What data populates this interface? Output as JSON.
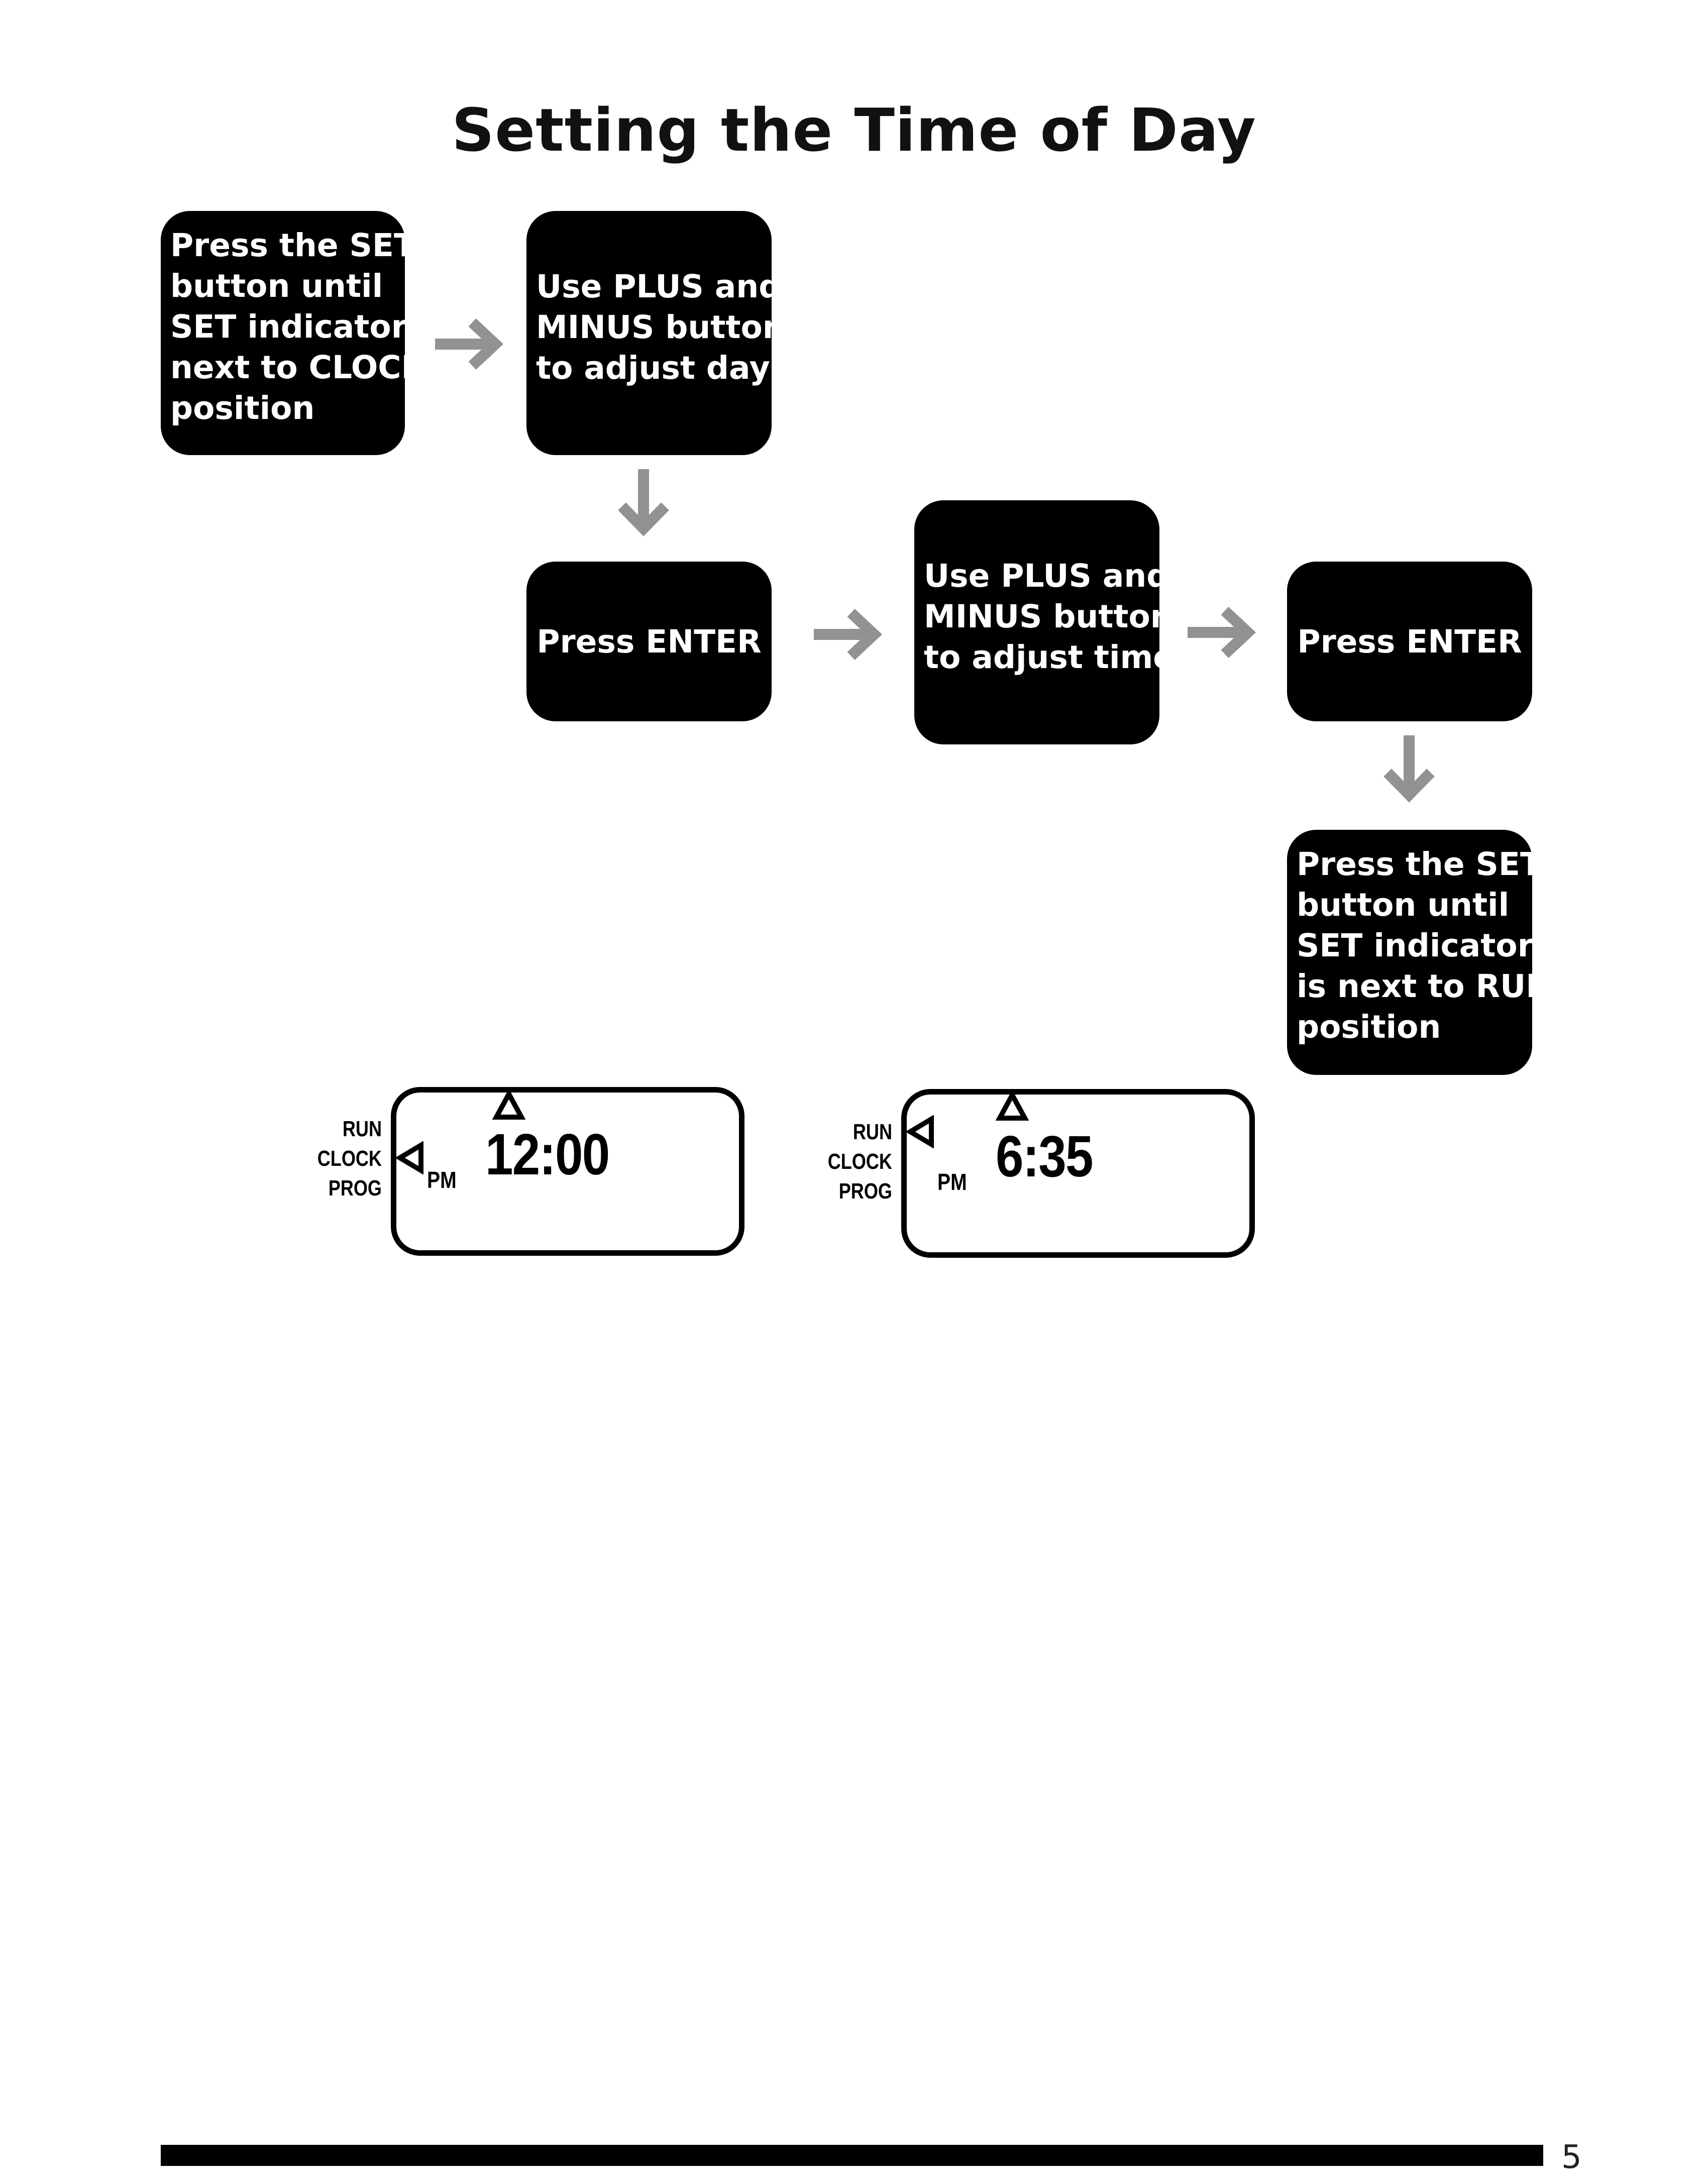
{
  "title": "Setting the Time of Day",
  "steps": {
    "step1": [
      "Press the SET",
      "button until",
      "SET indicator is",
      "next to CLOCK",
      "position"
    ],
    "step2": [
      "Use PLUS and",
      "MINUS buttons",
      "to adjust day"
    ],
    "step3": "Press ENTER",
    "step4": [
      "Use PLUS and",
      "MINUS buttons",
      "to adjust time"
    ],
    "step5": "Press ENTER",
    "step6": [
      "Press the SET",
      "button until",
      "SET indicator",
      "is next to RUN",
      "position"
    ]
  },
  "displays": [
    {
      "labels": [
        "RUN",
        "CLOCK",
        "PROG"
      ],
      "pm": "PM",
      "time": "12:00",
      "indicator": "CLOCK"
    },
    {
      "labels": [
        "RUN",
        "CLOCK",
        "PROG"
      ],
      "pm": "PM",
      "time": "6:35",
      "indicator": "RUN"
    }
  ],
  "colors": {
    "box": "#000000",
    "arrow": "#929292",
    "text_on_box": "#ffffff"
  },
  "page_number": "5"
}
